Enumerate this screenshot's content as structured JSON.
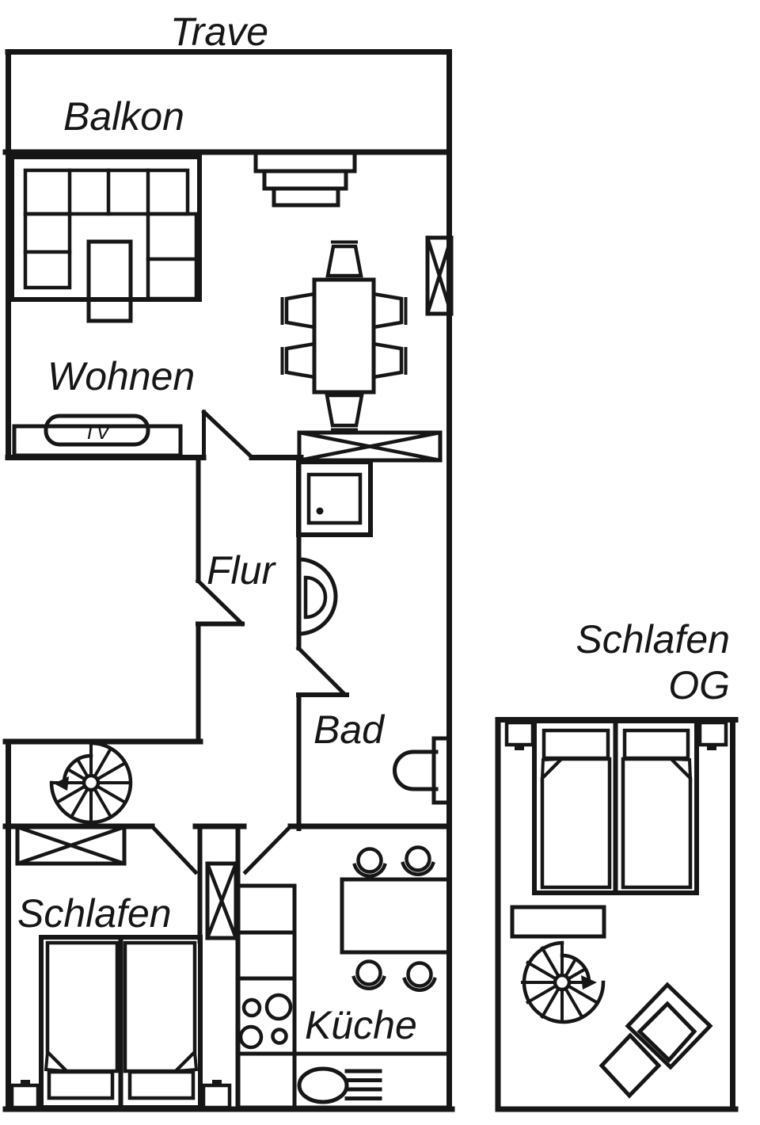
{
  "colors": {
    "line": "#161616",
    "background": "#ffffff"
  },
  "labels": {
    "water_name": "Trave",
    "balcony": "Balkon",
    "living_room": "Wohnen",
    "tv": "TV",
    "hallway": "Flur",
    "bathroom": "Bad",
    "bedroom": "Schlafen",
    "kitchen": "Küche",
    "upper_bedroom": "Schlafen",
    "upper_floor": "OG"
  }
}
